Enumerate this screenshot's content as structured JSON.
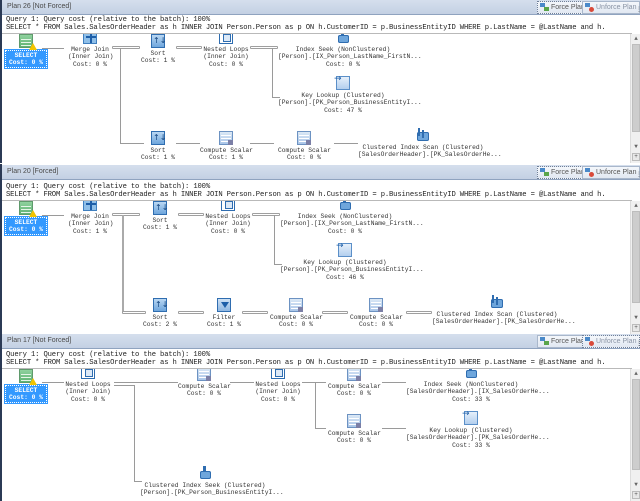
{
  "colors": {
    "header_bg": "#c9d5e6",
    "select_highlight": "#3399ff",
    "panel_border": "#2b3a55"
  },
  "buttons": {
    "force_plan": "Force Plan",
    "unforce_plan": "Unforce Plan"
  },
  "query": {
    "line1": "Query 1: Query cost (relative to the batch): 100%",
    "line2": "SELECT * FROM Sales.SalesOrderHeader as h INNER JOIN Person.Person as p ON h.CustomerID = p.BusinessEntityID WHERE p.LastName = @LastName and h."
  },
  "plans": [
    {
      "title": "Plan 26 [Not Forced]",
      "active_button": "force_plan",
      "nodes": {
        "select": {
          "name": "SELECT",
          "cost": "Cost: 0 %"
        },
        "merge_join": {
          "name": "Merge Join",
          "sub": "(Inner Join)",
          "cost": "Cost: 0 %"
        },
        "sort_top": {
          "name": "Sort",
          "cost": "Cost: 1 %"
        },
        "nested_loops": {
          "name": "Nested Loops",
          "sub": "(Inner Join)",
          "cost": "Cost: 0 %"
        },
        "index_seek": {
          "name": "Index Seek (NonClustered)",
          "sub": "[Person].[IX_Person_LastName_FirstN...",
          "cost": "Cost: 0 %"
        },
        "key_lookup": {
          "name": "Key Lookup (Clustered)",
          "sub": "[Person].[PK_Person_BusinessEntityI...",
          "cost": "Cost: 47 %"
        },
        "sort_bottom": {
          "name": "Sort",
          "cost": "Cost: 1 %"
        },
        "compute_scalar_1": {
          "name": "Compute Scalar",
          "cost": "Cost: 1 %"
        },
        "compute_scalar_2": {
          "name": "Compute Scalar",
          "cost": "Cost: 0 %"
        },
        "clustered_scan": {
          "name": "Clustered Index Scan (Clustered)",
          "sub": "[SalesOrderHeader].[PK_SalesOrderHe..."
        }
      }
    },
    {
      "title": "Plan 20 [Forced]",
      "active_button": "force_plan",
      "nodes": {
        "select": {
          "name": "SELECT",
          "cost": "Cost: 0 %"
        },
        "merge_join": {
          "name": "Merge Join",
          "sub": "(Inner Join)",
          "cost": "Cost: 1 %"
        },
        "sort_top": {
          "name": "Sort",
          "cost": "Cost: 1 %"
        },
        "nested_loops": {
          "name": "Nested Loops",
          "sub": "(Inner Join)",
          "cost": "Cost: 0 %"
        },
        "index_seek": {
          "name": "Index Seek (NonClustered)",
          "sub": "[Person].[IX_Person_LastName_FirstN...",
          "cost": "Cost: 0 %"
        },
        "key_lookup": {
          "name": "Key Lookup (Clustered)",
          "sub": "[Person].[PK_Person_BusinessEntityI...",
          "cost": "Cost: 46 %"
        },
        "sort_bottom": {
          "name": "Sort",
          "cost": "Cost: 2 %"
        },
        "filter": {
          "name": "Filter",
          "cost": "Cost: 1 %"
        },
        "compute_scalar_1": {
          "name": "Compute Scalar",
          "cost": "Cost: 0 %"
        },
        "compute_scalar_2": {
          "name": "Compute Scalar",
          "cost": "Cost: 0 %"
        },
        "clustered_scan": {
          "name": "Clustered Index Scan (Clustered)",
          "sub": "[SalesOrderHeader].[PK_SalesOrderHe..."
        }
      }
    },
    {
      "title": "Plan 17 [Not Forced]",
      "active_button": "unforce_plan",
      "nodes": {
        "select": {
          "name": "SELECT",
          "cost": "Cost: 0 %"
        },
        "nested_loops_1": {
          "name": "Nested Loops",
          "sub": "(Inner Join)",
          "cost": "Cost: 0 %"
        },
        "compute_scalar_top": {
          "name": "Compute Scalar",
          "cost": "Cost: 0 %"
        },
        "nested_loops_2": {
          "name": "Nested Loops",
          "sub": "(Inner Join)",
          "cost": "Cost: 0 %"
        },
        "compute_scalar_a": {
          "name": "Compute Scalar",
          "cost": "Cost: 0 %"
        },
        "index_seek": {
          "name": "Index Seek (NonClustered)",
          "sub": "[SalesOrderHeader].[IX_SalesOrderHe...",
          "cost": "Cost: 33 %"
        },
        "compute_scalar_b": {
          "name": "Compute Scalar",
          "cost": "Cost: 0 %"
        },
        "key_lookup": {
          "name": "Key Lookup (Clustered)",
          "sub": "[SalesOrderHeader].[PK_SalesOrderHe...",
          "cost": "Cost: 33 %"
        },
        "clustered_seek": {
          "name": "Clustered Index Seek (Clustered)",
          "sub": "[Person].[PK_Person_BusinessEntityI..."
        }
      }
    }
  ]
}
